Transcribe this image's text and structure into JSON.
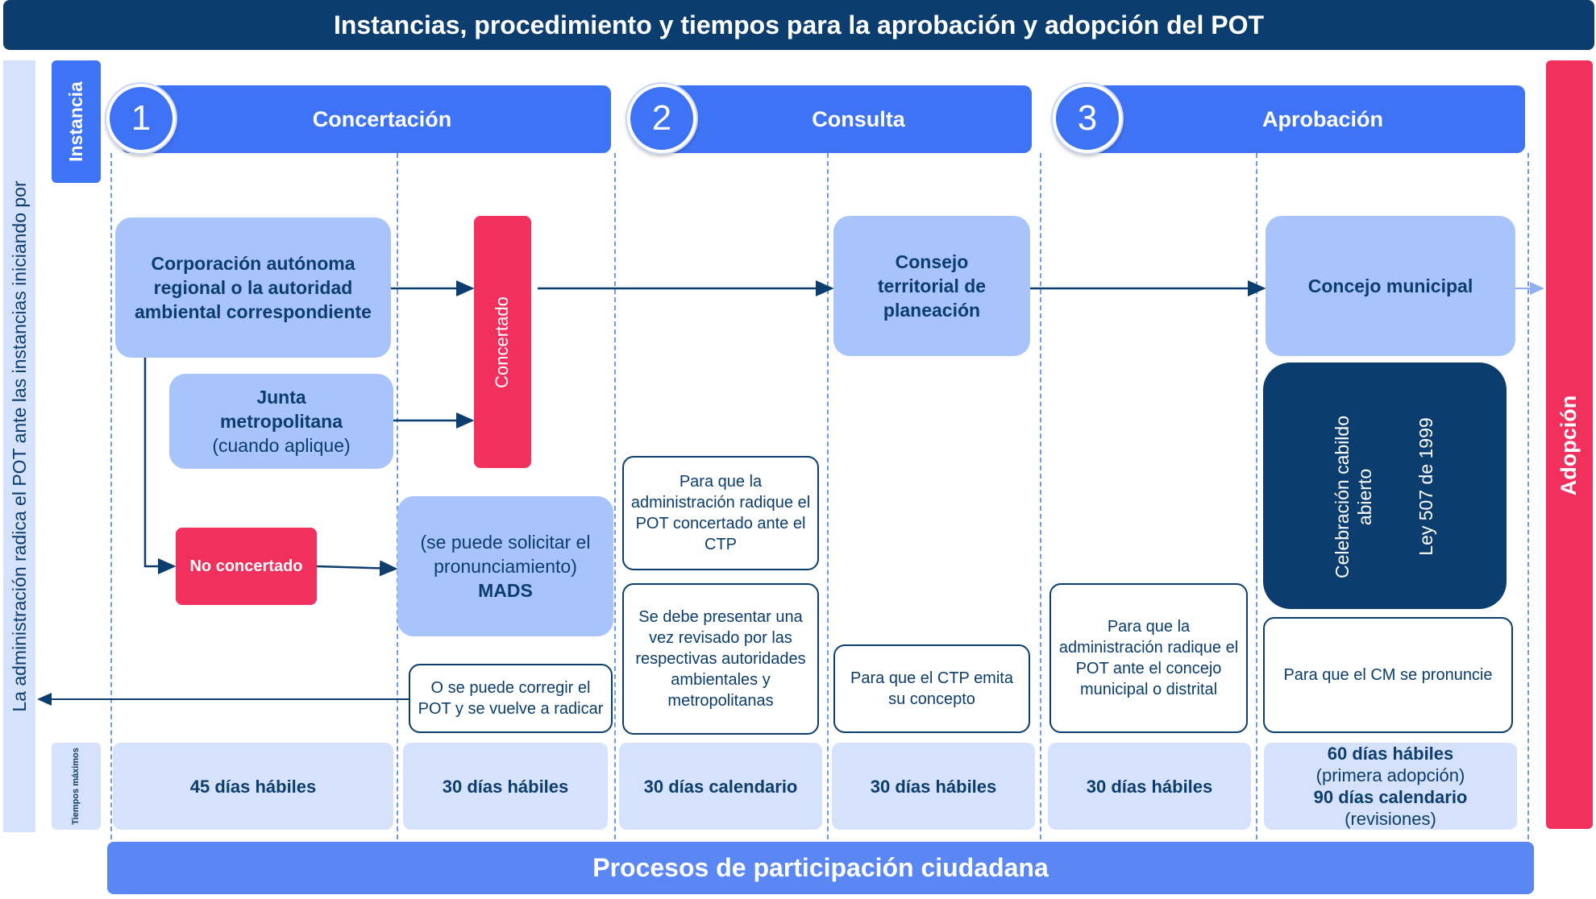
{
  "title": "Instancias, procedimiento y tiempos para la aprobación y adopción del POT",
  "left_band_text": "La administración radica el POT ante las instancias iniciando por",
  "instancia_label": "Instancia",
  "tiempos_label": "Tiempos máximos",
  "stages": [
    {
      "number": "1",
      "name": "Concertación"
    },
    {
      "number": "2",
      "name": "Consulta"
    },
    {
      "number": "3",
      "name": "Aprobación"
    }
  ],
  "nodes": {
    "car": "Corporación autónoma regional o la autoridad ambiental correspondiente",
    "junta_bold": "Junta metropolitana",
    "junta_note": "(cuando aplique)",
    "concertado": "Concertado",
    "no_concertado": "No concertado",
    "mads_note": "(se puede solicitar el pronunciamiento)",
    "mads_bold": "MADS",
    "corregir": "O se puede corregir el POT y se vuelve a radicar",
    "ctp": "Consejo territorial de planeación",
    "para_radique_ctp": "Para que la administración radique el POT concertado ante el CTP",
    "presentar": "Se debe presentar una vez revisado por las respectivas autoridades ambientales y metropolitanas",
    "para_ctp_concepto": "Para que el CTP emita su concepto",
    "para_radique_concejo": "Para que la administración radique el POT ante el concejo municipal o distrital",
    "concejo": "Concejo municipal",
    "cabildo": "Celebración cabildo abierto",
    "ley": "Ley 507 de 1999",
    "para_cm": "Para que el CM se pronuncie"
  },
  "tiempos": {
    "t1": "45 días hábiles",
    "t2": "30 días hábiles",
    "t3": "30 días calendario",
    "t4": "30 días hábiles",
    "t5": "30 días hábiles",
    "t6a": "60 días hábiles",
    "t6b": "(primera adopción)",
    "t6c": "90 días calendario",
    "t6d": "(revisiones)"
  },
  "adopcion": "Adopción",
  "participacion": "Procesos de participación ciudadana",
  "colors": {
    "navy": "#0b3d6e",
    "blue": "#3f73f5",
    "light_blue": "#a8c4fb",
    "pale_blue": "#d6e2fb",
    "red": "#f2305e"
  }
}
